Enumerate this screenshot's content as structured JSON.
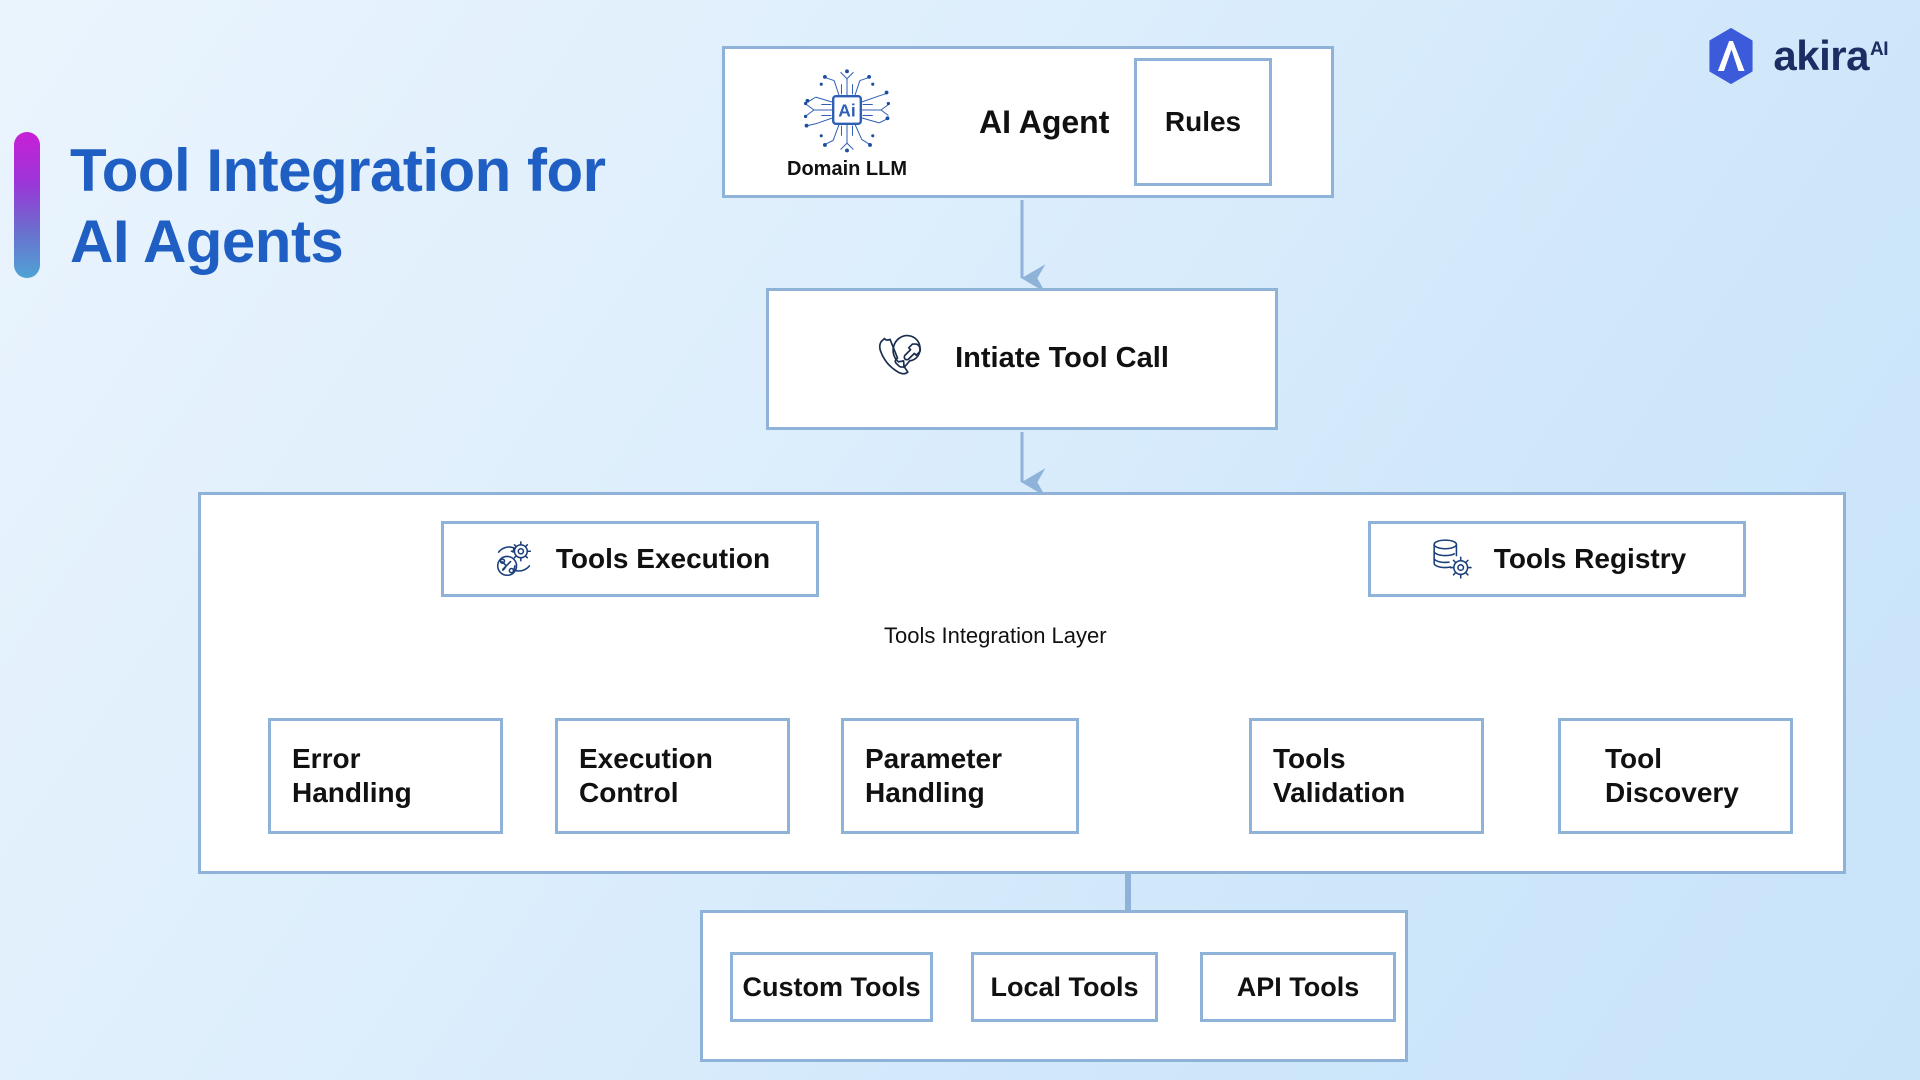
{
  "page": {
    "title_line1": "Tool Integration for",
    "title_line2": "AI Agents",
    "title_full": "Tool Integration for\nAI Agents",
    "accent_gradient_from": "#c81fd6",
    "accent_gradient_to": "#4fa3d4",
    "title_color": "#1f5fc4",
    "background_color": "#ddeefc",
    "box_border_color": "#8fb2d9",
    "connector_color": "#8fb2d9"
  },
  "brand": {
    "name": "akira",
    "superscript": "AI",
    "logo_icon": "akira-hexagon-logo",
    "logo_color": "#3b5bdb",
    "text_color": "#1b2d63"
  },
  "agent": {
    "title": "AI Agent",
    "llm_label": "Domain LLM",
    "llm_icon": "ai-chip-icon",
    "llm_chip_text": "Ai",
    "rules_label": "Rules"
  },
  "initiate": {
    "label": "Intiate Tool Call",
    "icon": "phone-wrench-icon"
  },
  "layer": {
    "label": "Tools Integration Layer",
    "execution": {
      "label": "Tools Execution",
      "icon": "gear-wrench-cycle-icon",
      "children": [
        {
          "label": "Error\nHandling",
          "name": "error-handling"
        },
        {
          "label": "Execution\nControl",
          "name": "execution-control"
        },
        {
          "label": "Parameter\nHandling",
          "name": "parameter-handling"
        }
      ]
    },
    "registry": {
      "label": "Tools Registry",
      "icon": "database-gear-icon",
      "children": [
        {
          "label": "Tools\nValidation",
          "name": "tools-validation"
        },
        {
          "label": "Tool\nDiscovery",
          "name": "tool-discovery"
        }
      ]
    }
  },
  "tools": {
    "items": [
      {
        "label": "Custom Tools",
        "name": "custom-tools"
      },
      {
        "label": "Local Tools",
        "name": "local-tools"
      },
      {
        "label": "API Tools",
        "name": "api-tools"
      }
    ]
  }
}
